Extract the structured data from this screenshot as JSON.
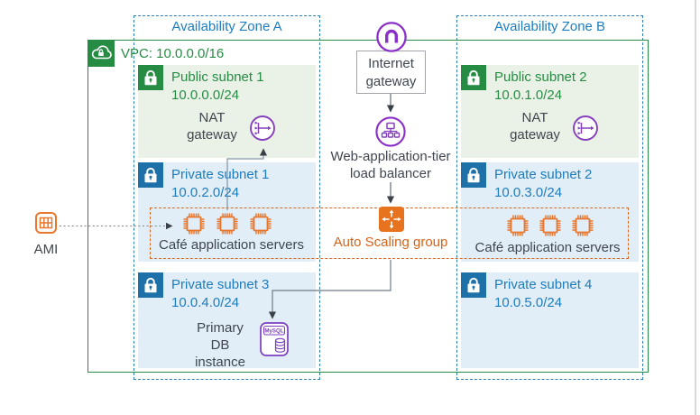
{
  "labels": {
    "az_a": "Availability Zone A",
    "az_b": "Availability Zone B",
    "vpc": "VPC: 10.0.0.0/16"
  },
  "subnets": {
    "public1": {
      "name": "Public subnet 1",
      "cidr": "10.0.0.0/24"
    },
    "private1": {
      "name": "Private subnet 1",
      "cidr": "10.0.2.0/24"
    },
    "private3": {
      "name": "Private subnet 3",
      "cidr": "10.0.4.0/24"
    },
    "public2": {
      "name": "Public subnet 2",
      "cidr": "10.0.1.0/24"
    },
    "private2": {
      "name": "Private subnet 2",
      "cidr": "10.0.3.0/24"
    },
    "private4": {
      "name": "Private subnet 4",
      "cidr": "10.0.5.0/24"
    }
  },
  "nodes": {
    "internet_gateway": "Internet\ngateway",
    "nat_gateway": "NAT\ngateway",
    "load_balancer": "Web-application-tier\nload balancer",
    "auto_scaling_group": "Auto Scaling group",
    "cafe_servers": "Café application servers",
    "primary_db": "Primary\nDB instance",
    "ami": "AMI",
    "mysql": "MySQL"
  },
  "colors": {
    "vpc_green": "#268c44",
    "az_border_blue": "#2e7fb8",
    "az_text_blue": "#1d7cbd",
    "public_subnet_bg": "#eaf2e7",
    "private_subnet_bg": "#e2eef7",
    "private_lock_blue": "#1d70a8",
    "network_purple": "#8540bb",
    "gateway_purple": "#8b2fc9",
    "asg_orange_fill": "#e8731f",
    "asg_orange_text": "#d3641c",
    "asg_orange_dash": "#d9671f",
    "chip_orange": "#e8762d",
    "label_dark": "#3f4650",
    "connector_grey": "#6f7a86"
  }
}
